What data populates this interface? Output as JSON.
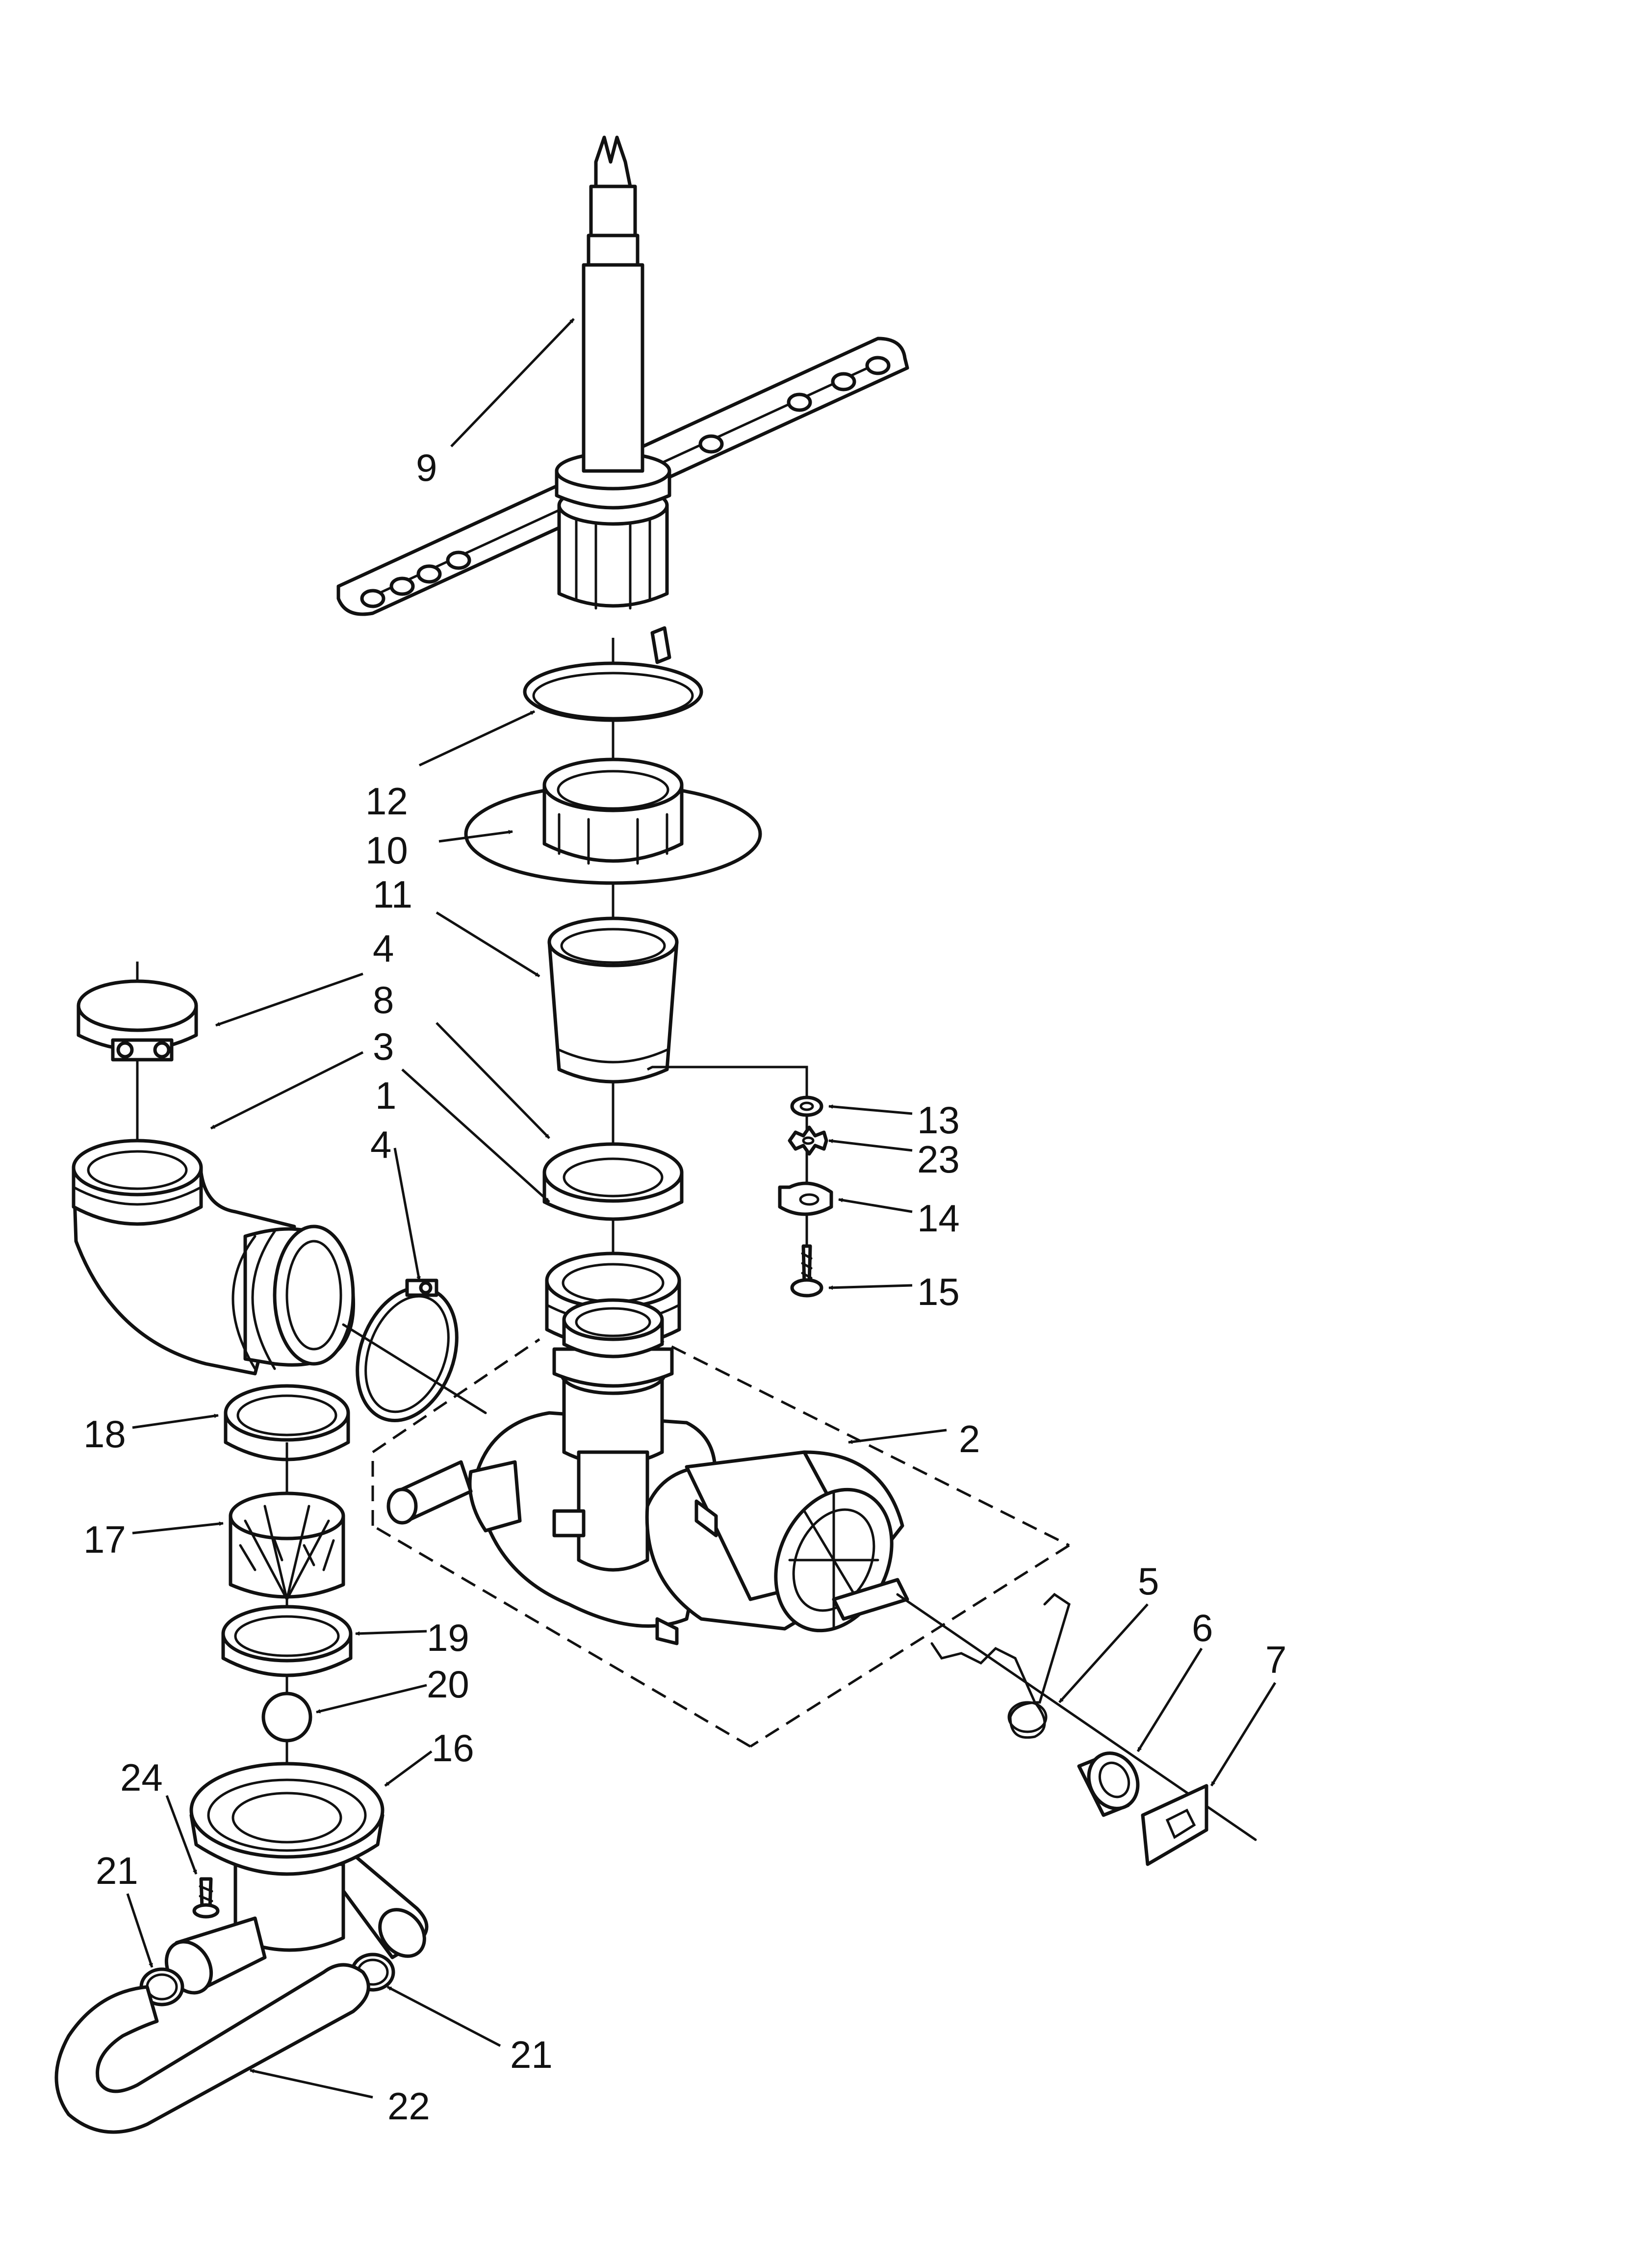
{
  "colors": {
    "ink": "#111111",
    "paper": "#ffffff"
  },
  "callouts": {
    "c9": "9",
    "c12": "12",
    "c10": "10",
    "c11": "11",
    "c4a": "4",
    "c8": "8",
    "c3": "3",
    "c1": "1",
    "c4b": "4",
    "c13": "13",
    "c23": "23",
    "c14": "14",
    "c15": "15",
    "c2": "2",
    "c18": "18",
    "c17": "17",
    "c5": "5",
    "c6": "6",
    "c7": "7",
    "c19": "19",
    "c20": "20",
    "c16": "16",
    "c24": "24",
    "c21a": "21",
    "c21b": "21",
    "c22": "22"
  }
}
